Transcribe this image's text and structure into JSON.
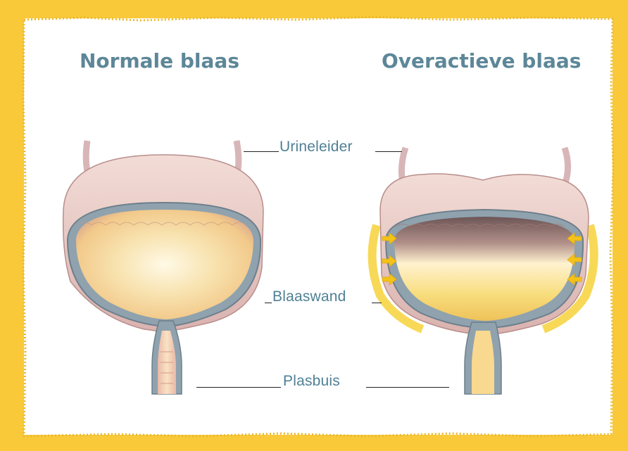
{
  "titles": {
    "normal": "Normale blaas",
    "overactive": "Overactieve blaas"
  },
  "labels": {
    "ureter": "Urineleider",
    "wall": "Blaaswand",
    "urethra": "Plasbuis"
  },
  "colors": {
    "border": "#f9c93a",
    "title": "#5d8798",
    "label": "#4f8095",
    "bladder_wall": "#8a9aa6",
    "bladder_outer": "#e9c3c1",
    "interior": "#f6d898",
    "arrows": "#f4c218"
  },
  "icons": {
    "contraction_arrows": "arrow-icon"
  }
}
